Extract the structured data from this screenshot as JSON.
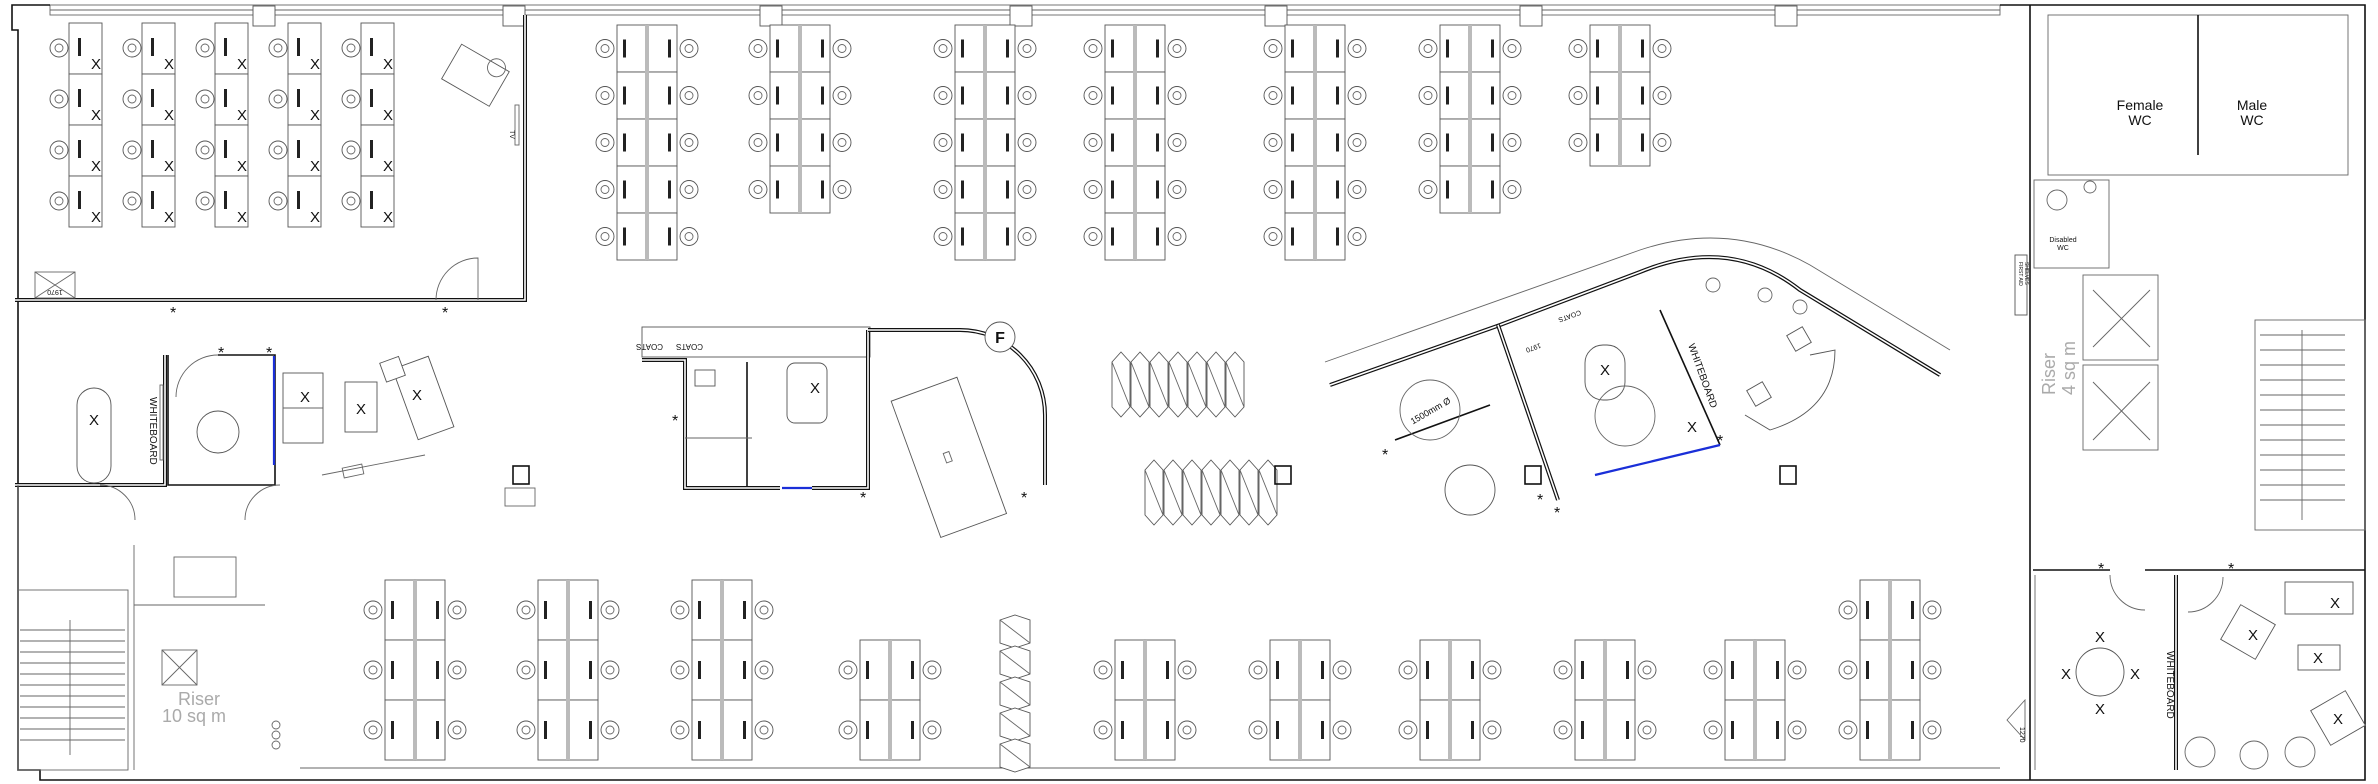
{
  "plan": {
    "desk_marker": "X",
    "emergency_marker": "*",
    "accent_blue": "#1a2fd8",
    "rooms": {
      "female_wc": [
        "Female",
        "WC"
      ],
      "male_wc": [
        "Male",
        "WC"
      ],
      "disabled_wc": [
        "Disabled",
        "WC"
      ],
      "riser_small": [
        "Riser",
        "4 sq m"
      ],
      "riser_large": [
        "Riser",
        "10 sq m"
      ]
    },
    "whiteboard": "WHITEBOARD",
    "fire_point": "F",
    "turning_circle": "1500mm Ø",
    "coats": "COATS",
    "cabinet_width": "1970",
    "cabinet_width_small": "1270",
    "tv": "TV",
    "first_aid": [
      "FIRST AID",
      "SHELVES"
    ]
  }
}
